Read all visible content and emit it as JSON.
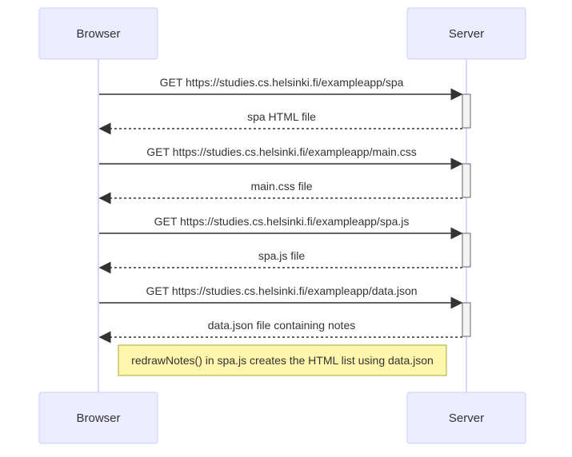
{
  "actors": {
    "browser": "Browser",
    "server": "Server"
  },
  "messages": [
    {
      "from": "browser",
      "to": "server",
      "text": "GET https://studies.cs.helsinki.fi/exampleapp/spa",
      "style": "solid"
    },
    {
      "from": "server",
      "to": "browser",
      "text": "spa HTML file",
      "style": "dashed"
    },
    {
      "from": "browser",
      "to": "server",
      "text": "GET https://studies.cs.helsinki.fi/exampleapp/main.css",
      "style": "solid"
    },
    {
      "from": "server",
      "to": "browser",
      "text": "main.css file",
      "style": "dashed"
    },
    {
      "from": "browser",
      "to": "server",
      "text": "GET https://studies.cs.helsinki.fi/exampleapp/spa.js",
      "style": "solid"
    },
    {
      "from": "server",
      "to": "browser",
      "text": "spa.js file",
      "style": "dashed"
    },
    {
      "from": "browser",
      "to": "server",
      "text": "GET https://studies.cs.helsinki.fi/exampleapp/data.json",
      "style": "solid"
    },
    {
      "from": "server",
      "to": "browser",
      "text": "data.json file containing notes",
      "style": "dashed"
    }
  ],
  "note": {
    "text": "redrawNotes() in spa.js creates the HTML list using data.json"
  },
  "colors": {
    "actor_fill": "#ECECFF",
    "actor_stroke": "#CCCCFF",
    "lifeline": "#CCCCFF",
    "activation_fill": "#F4F4F4",
    "activation_stroke": "#666666",
    "arrow": "#333333",
    "note_fill": "#FFF5AD",
    "note_stroke": "#AAAA33"
  }
}
